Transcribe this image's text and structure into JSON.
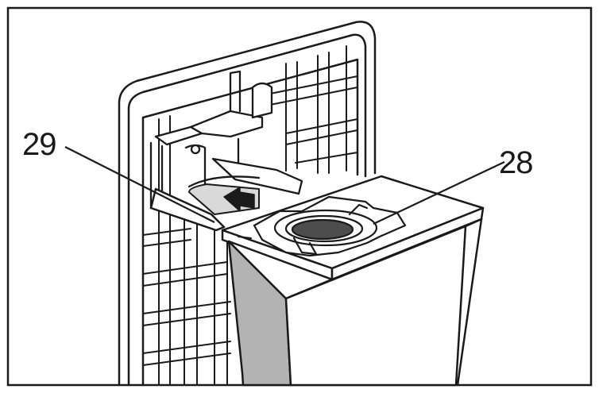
{
  "callouts": {
    "left": {
      "number": "29"
    },
    "right": {
      "number": "28"
    }
  },
  "arrow": {
    "direction": "left"
  },
  "colors": {
    "line": "#1a1a1a",
    "paper": "#ffffff",
    "shade_light": "#d9d9d9",
    "shade_mid": "#b3b3b3",
    "shade_dark": "#4d4d4d"
  }
}
